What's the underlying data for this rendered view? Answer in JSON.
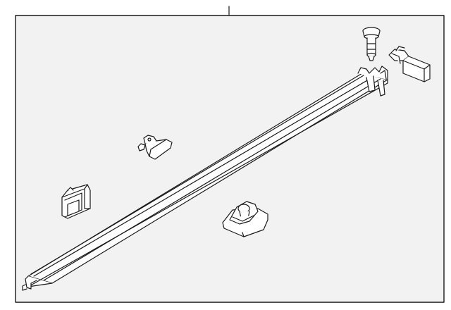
{
  "diagram": {
    "kind": "exploded-parts-diagram",
    "line_color": "#1a1a1a",
    "panel_fill": "#f2f2f2",
    "parts": [
      {
        "name": "rocker-molding-strip"
      },
      {
        "name": "retaining-bolt"
      },
      {
        "name": "end-cap-bracket"
      },
      {
        "name": "retainer-clip"
      },
      {
        "name": "rectangular-clip"
      },
      {
        "name": "mounting-bracket"
      }
    ]
  }
}
